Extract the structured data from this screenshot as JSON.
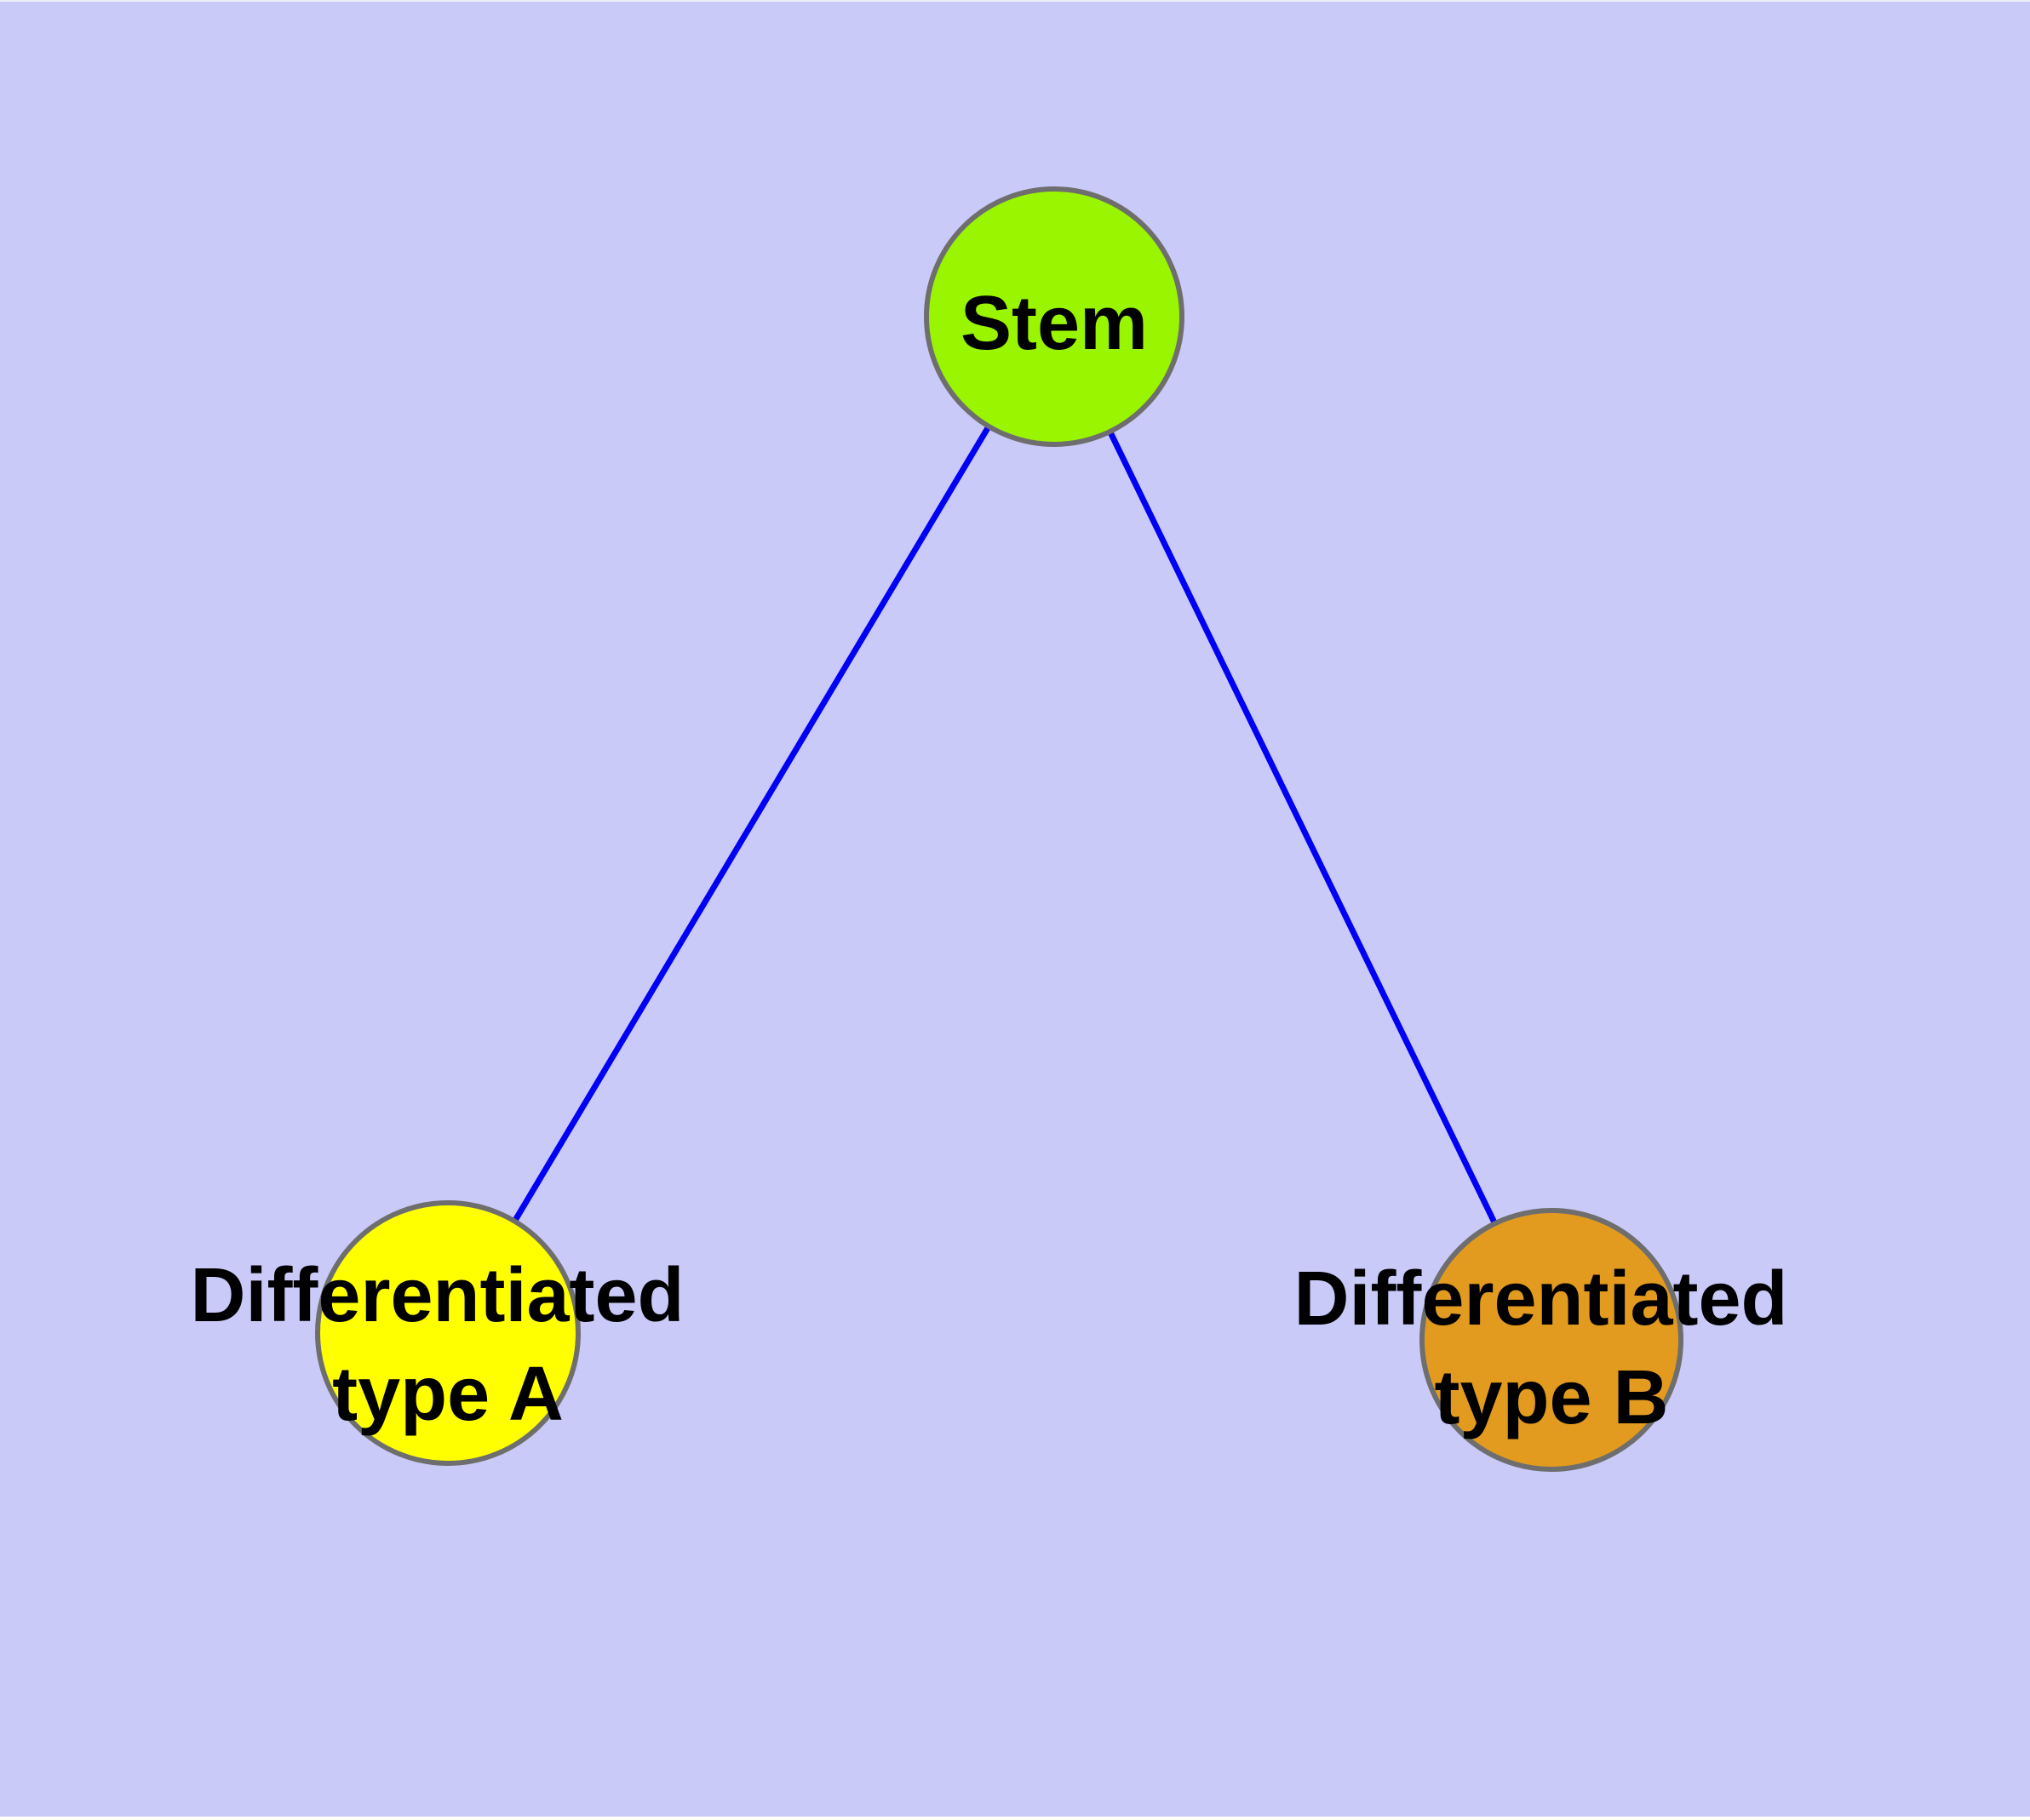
{
  "theme": {
    "background": "#cacaf8",
    "border_top": "#eeeef8",
    "border_bottom": "#ffffff",
    "edge": "#0000f5",
    "node_outline": "#6e6e6e",
    "label": "#000000"
  },
  "diagram": {
    "type": "node-link-graph",
    "nodes": [
      {
        "id": "stem",
        "label": "Stem",
        "fill": "#9af500"
      },
      {
        "id": "differentiated-type-a",
        "label_line1": "Differentiated",
        "label_line2": "type A",
        "label": "Differentiated type A",
        "fill": "#ffff00"
      },
      {
        "id": "differentiated-type-b",
        "label_line1": "Differentiated",
        "label_line2": "type B",
        "label": "Differentiated type B",
        "fill": "#e39b1f"
      }
    ],
    "edges": [
      {
        "from": "stem",
        "to": "differentiated-type-a"
      },
      {
        "from": "stem",
        "to": "differentiated-type-b"
      }
    ]
  }
}
